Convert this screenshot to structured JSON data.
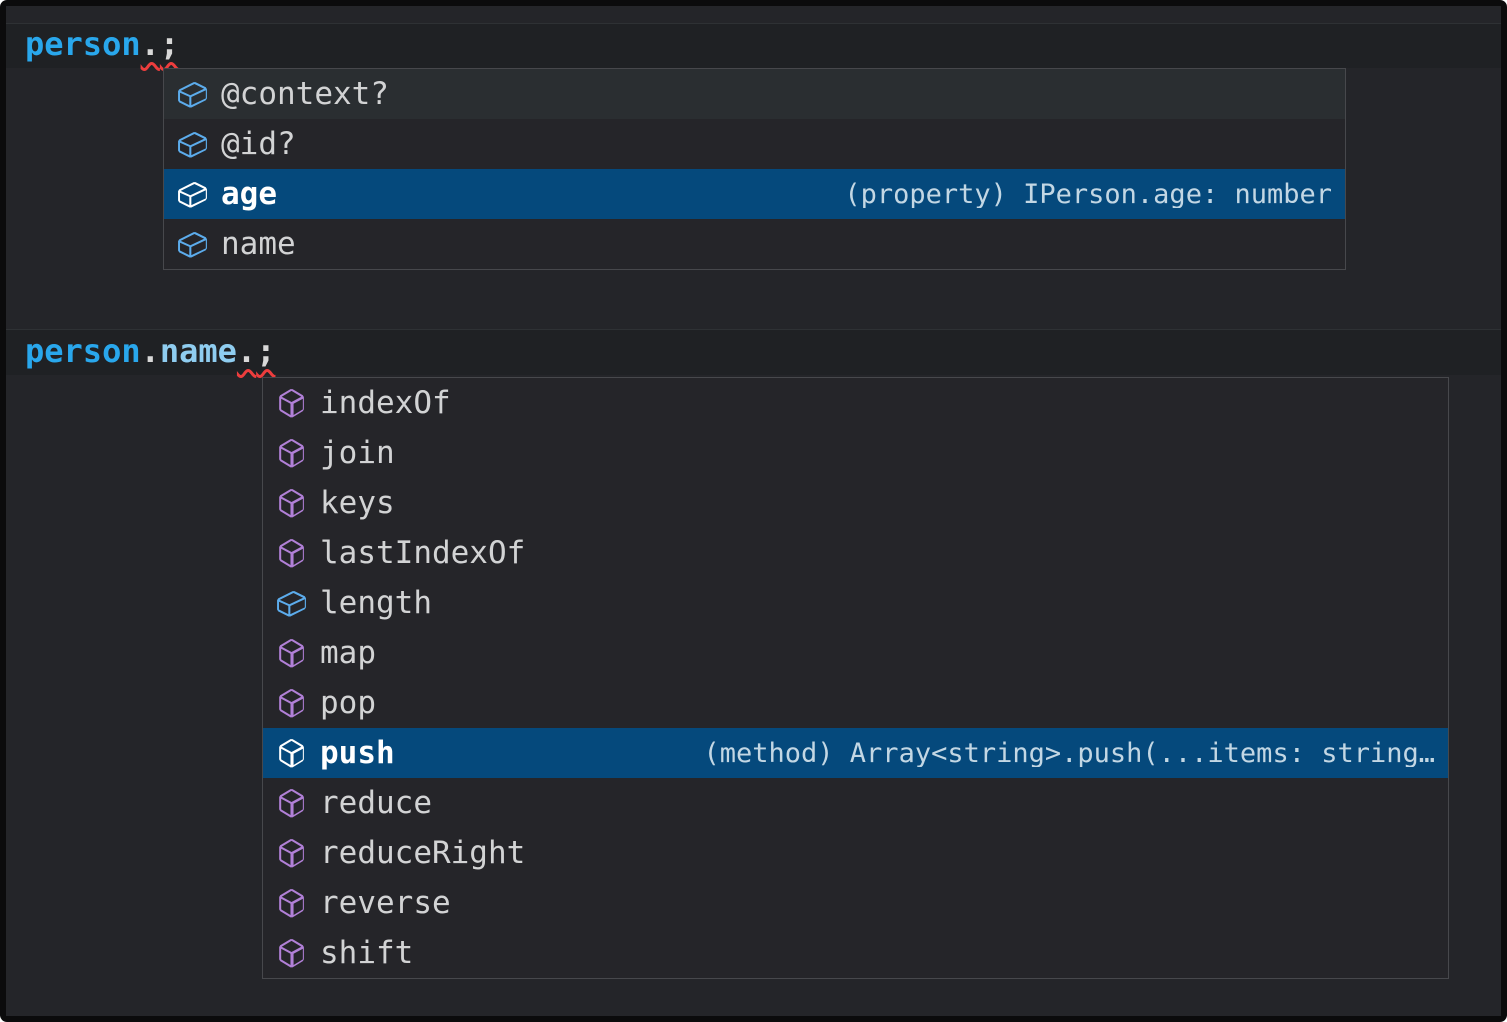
{
  "code_line_1": {
    "text": "person.;",
    "tokens": [
      {
        "text": "person",
        "style": "variable",
        "error": false
      },
      {
        "text": ".",
        "style": "punctuation",
        "error": true
      },
      {
        "text": ";",
        "style": "punctuation",
        "error": true
      }
    ]
  },
  "code_line_2": {
    "text": "person.name.;",
    "tokens": [
      {
        "text": "person",
        "style": "variable",
        "error": false
      },
      {
        "text": ".",
        "style": "punctuation",
        "error": false
      },
      {
        "text": "name",
        "style": "property",
        "error": false
      },
      {
        "text": ".",
        "style": "punctuation",
        "error": true
      },
      {
        "text": ";",
        "style": "punctuation",
        "error": true
      }
    ]
  },
  "suggest_widget_1": {
    "items": [
      {
        "label": "@context?",
        "icon": "symbol-field",
        "state": "hover"
      },
      {
        "label": "@id?",
        "icon": "symbol-field",
        "state": "normal"
      },
      {
        "label": "age",
        "icon": "symbol-field",
        "state": "selected",
        "detail": "(property) IPerson.age: number"
      },
      {
        "label": "name",
        "icon": "symbol-field",
        "state": "normal"
      }
    ]
  },
  "suggest_widget_2": {
    "items": [
      {
        "label": "indexOf",
        "icon": "symbol-method",
        "state": "normal"
      },
      {
        "label": "join",
        "icon": "symbol-method",
        "state": "normal"
      },
      {
        "label": "keys",
        "icon": "symbol-method",
        "state": "normal"
      },
      {
        "label": "lastIndexOf",
        "icon": "symbol-method",
        "state": "normal"
      },
      {
        "label": "length",
        "icon": "symbol-field",
        "state": "normal"
      },
      {
        "label": "map",
        "icon": "symbol-method",
        "state": "normal"
      },
      {
        "label": "pop",
        "icon": "symbol-method",
        "state": "normal"
      },
      {
        "label": "push",
        "icon": "symbol-method",
        "state": "selected",
        "detail": "(method) Array<string>.push(...items: string…"
      },
      {
        "label": "reduce",
        "icon": "symbol-method",
        "state": "normal"
      },
      {
        "label": "reduceRight",
        "icon": "symbol-method",
        "state": "normal"
      },
      {
        "label": "reverse",
        "icon": "symbol-method",
        "state": "normal"
      },
      {
        "label": "shift",
        "icon": "symbol-method",
        "state": "normal"
      }
    ]
  },
  "colors": {
    "background_frame": "#0B0B0C",
    "editor_background": "#242529",
    "line_highlight": "#1F2124",
    "widget_background": "#252529",
    "widget_border": "#47484C",
    "row_hover_background": "#2A2E31",
    "selected_row_background": "#05497C",
    "label_color": "#D2D3D4",
    "selected_label_color": "#FFFFFF",
    "detail_color": "#C3D7E4",
    "variable_color": "#29A7EC",
    "property_color": "#8FCDF0",
    "punctuation_color": "#D8D8D8",
    "error_squiggle_color": "#ED3D3D",
    "field_icon_color": "#5CACEC",
    "method_icon_color": "#B180D7",
    "selected_icon_color": "#FFFFFF"
  }
}
